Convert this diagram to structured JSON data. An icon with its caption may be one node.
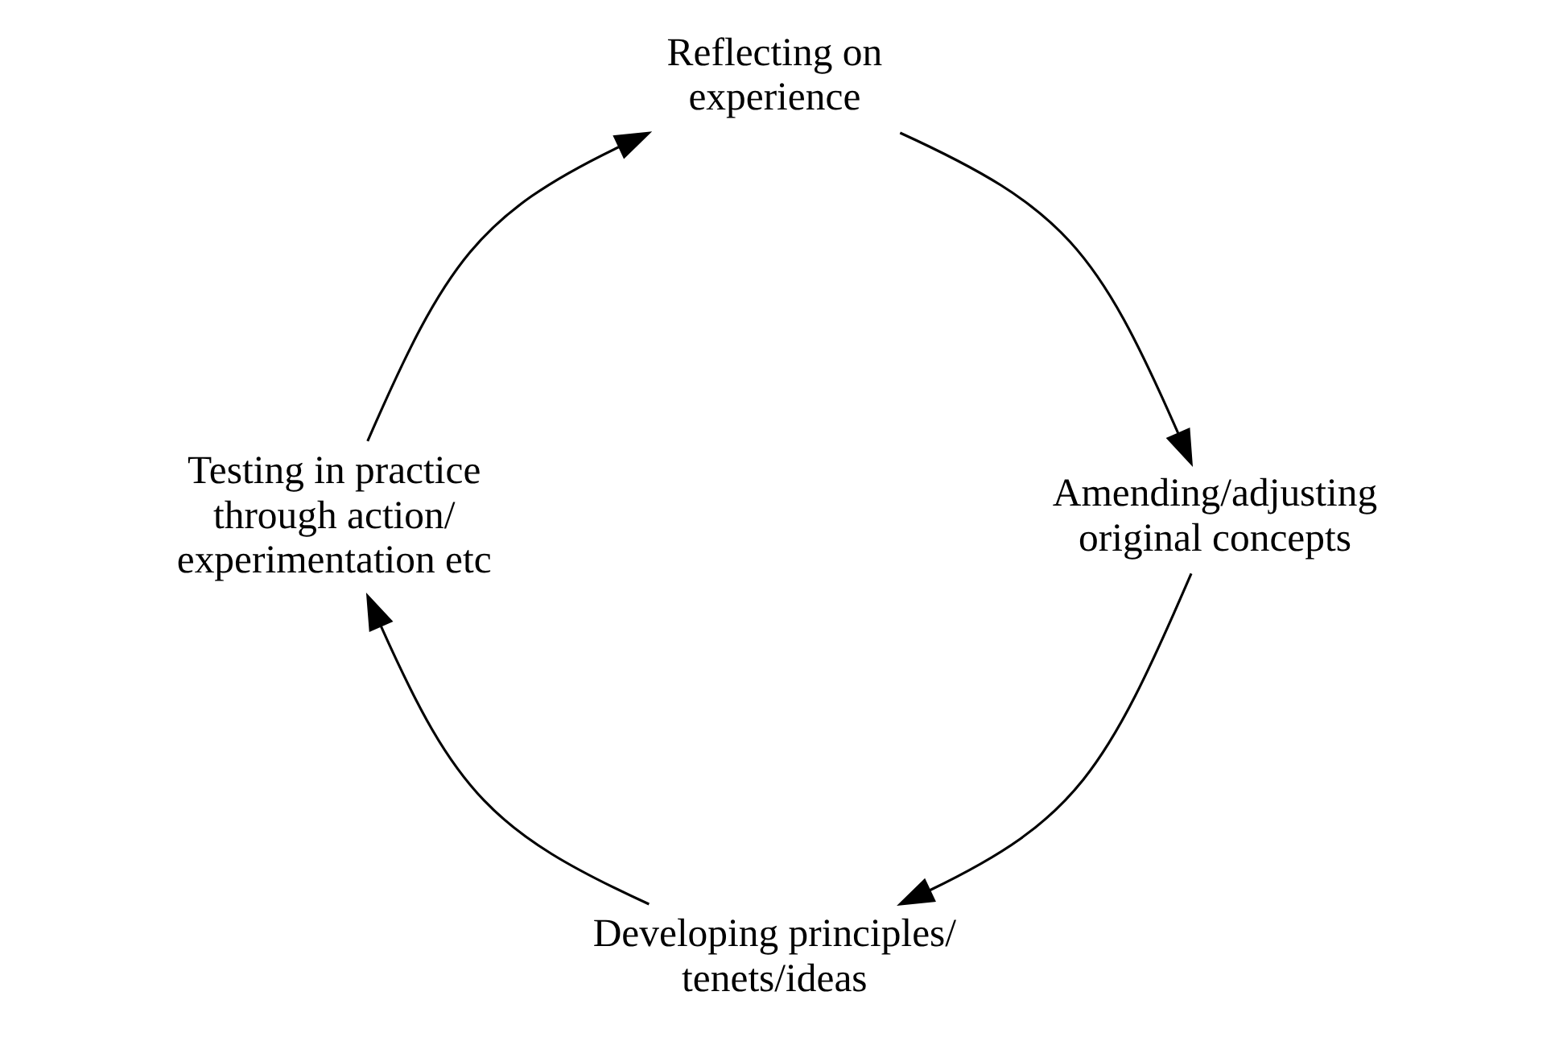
{
  "diagram": {
    "nodes": [
      {
        "text": [
          "Developing principles/ tenets/ideas"
        ]
      },
      {
        "text": [
          "Testing in practice through action/ experimentation etc"
        ]
      },
      {
        "text": [
          "Reflecting on experience"
        ]
      },
      {
        "text": [
          "Amending/adjusting original concepts"
        ]
      }
    ],
    "edges": [
      {
        "from": 0,
        "to": 1,
        "arrow": "to"
      },
      {
        "from": 1,
        "to": 2,
        "arrow": "to"
      },
      {
        "from": 2,
        "to": 3,
        "arrow": "to"
      },
      {
        "from": 3,
        "to": 0,
        "arrow": "to"
      }
    ]
  }
}
